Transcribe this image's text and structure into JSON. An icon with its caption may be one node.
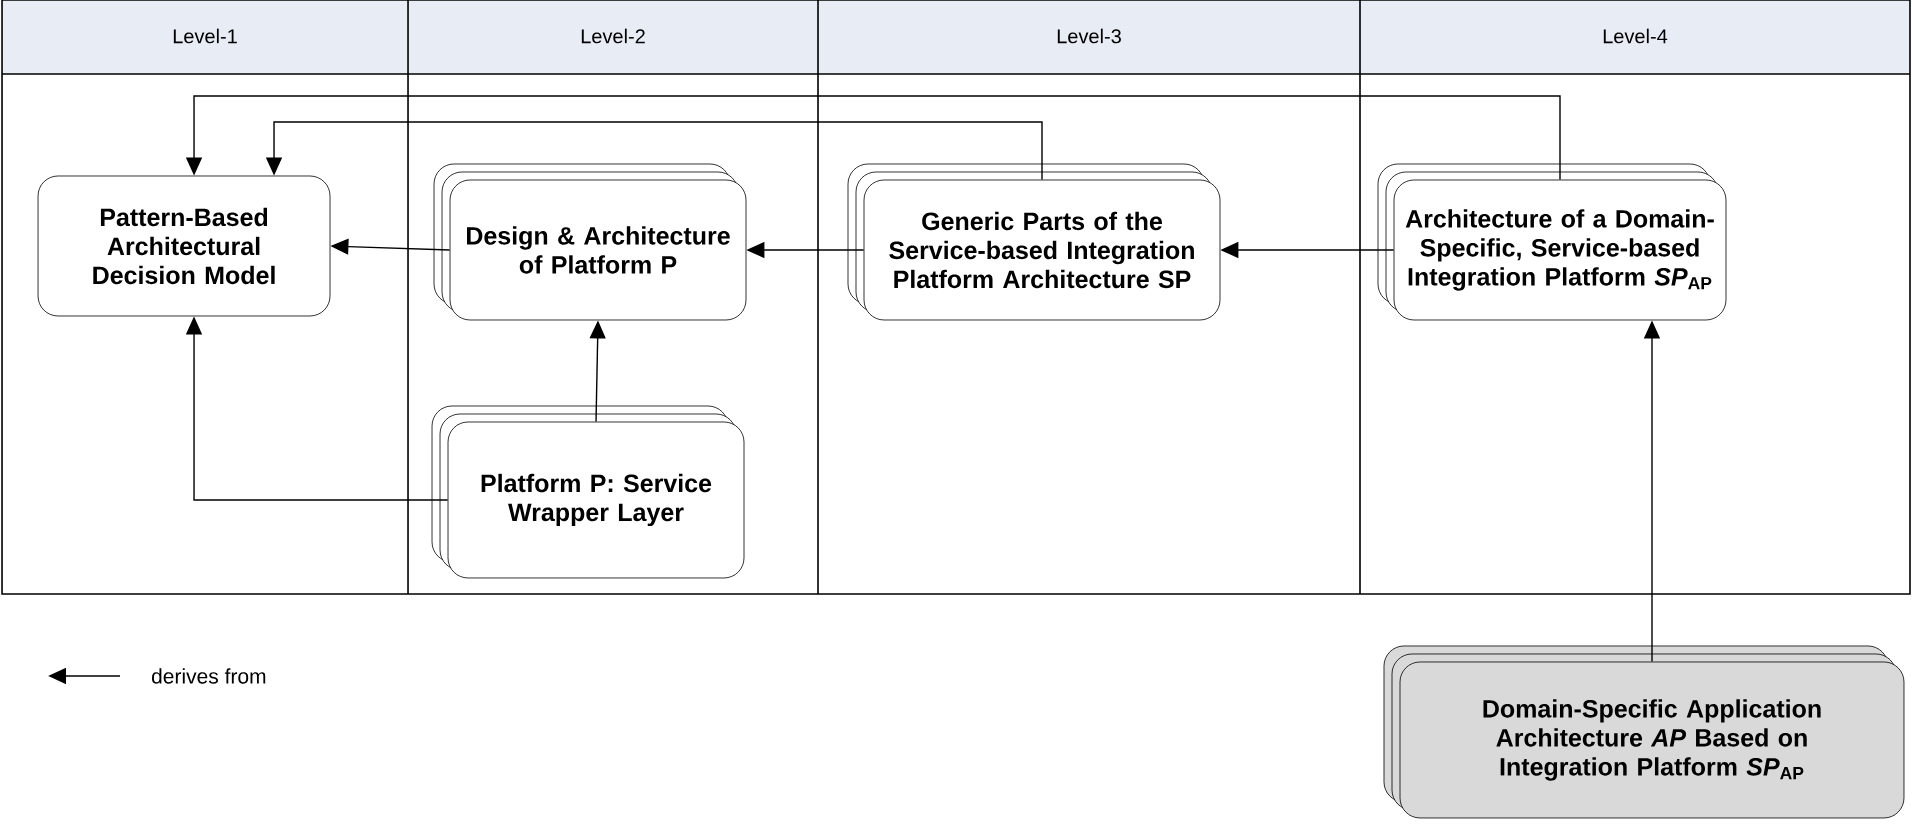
{
  "diagram": {
    "nodes": [
      {
        "text": [
          "Pattern-Based Architectural Decision Model"
        ]
      },
      {
        "text": [
          "Design & Architecture of Platform P"
        ]
      },
      {
        "text": [
          "Platform P: Service Wrapper Layer"
        ]
      },
      {
        "text": [
          "Generic Parts of the Service-based Integration Platform Architecture SP"
        ]
      },
      {
        "text": [
          "Architecture of a Domain-Specific, Service-based Integration Platform *SP*$_{AP}$"
        ]
      },
      {
        "text": [
          "Domain-Specific Application Architecture *AP* Based on Integration Platform *SP*$_{AP}$"
        ]
      }
    ],
    "edges": [
      {
        "from": 1,
        "to": 0,
        "arrow": "to"
      },
      {
        "from": 3,
        "to": 1,
        "arrow": "to"
      },
      {
        "from": 4,
        "to": 3,
        "arrow": "to"
      },
      {
        "from": 2,
        "to": 1,
        "arrow": "to"
      },
      {
        "from": 2,
        "to": 0,
        "arrow": "to"
      },
      {
        "from": 3,
        "to": 0,
        "arrow": "to"
      },
      {
        "from": 4,
        "to": 0,
        "arrow": "to"
      },
      {
        "from": 5,
        "to": 4,
        "arrow": "to"
      }
    ],
    "labels": [
      "Level-1",
      "Level-2",
      "Level-3",
      "Level-4"
    ],
    "legend": [
      {
        "text": "derives from"
      }
    ]
  }
}
